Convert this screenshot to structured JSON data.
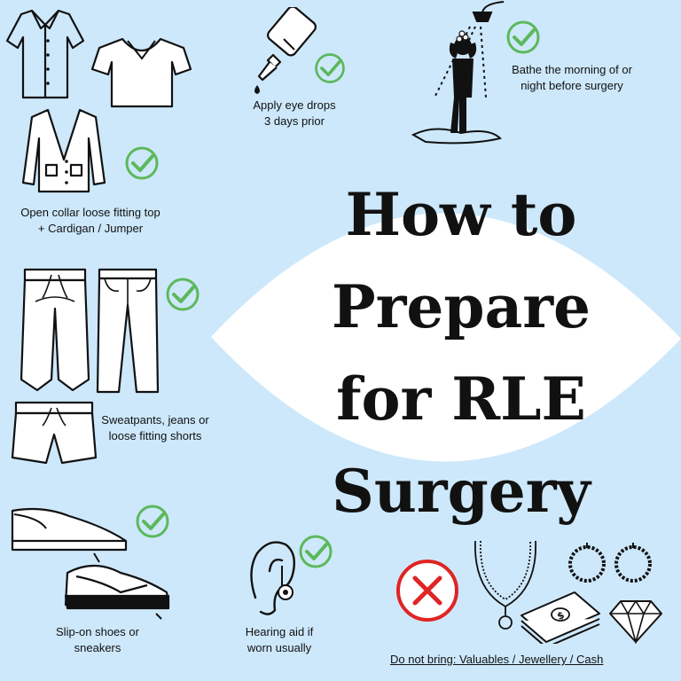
{
  "title": {
    "lines": [
      "How to",
      "Prepare",
      "for RLE",
      "Surgery"
    ]
  },
  "items": {
    "tops": {
      "caption": [
        "Open collar loose fitting top",
        "+ Cardigan / Jumper"
      ],
      "status": "allowed"
    },
    "eye_drops": {
      "caption": [
        "Apply eye drops",
        "3 days prior"
      ],
      "status": "allowed"
    },
    "bathe": {
      "caption": [
        "Bathe the morning of or",
        "night before surgery"
      ],
      "status": "allowed"
    },
    "bottoms": {
      "caption": [
        "Sweatpants, jeans or",
        "loose fitting shorts"
      ],
      "status": "allowed"
    },
    "shoes": {
      "caption": [
        "Slip-on shoes or",
        "sneakers"
      ],
      "status": "allowed"
    },
    "hearing_aid": {
      "caption": [
        "Hearing aid if",
        "worn usually"
      ],
      "status": "allowed"
    },
    "valuables": {
      "caption": "Do not bring: Valuables / Jewellery / Cash",
      "status": "not-allowed"
    }
  },
  "colors": {
    "background": "#cde8fb",
    "eye_shape": "#ffffff",
    "check": "#5cb85c",
    "cross": "#e02424",
    "ink": "#111111"
  },
  "icons": [
    "shirt-icon",
    "tshirt-icon",
    "cardigan-icon",
    "eye-drop-bottle-icon",
    "shower-person-icon",
    "sweatpants-icon",
    "jeans-icon",
    "shorts-icon",
    "slip-on-shoe-icon",
    "sneaker-icon",
    "hearing-aid-icon",
    "necklace-icon",
    "hoop-earrings-icon",
    "cash-icon",
    "diamond-icon",
    "check-icon",
    "cross-icon"
  ]
}
